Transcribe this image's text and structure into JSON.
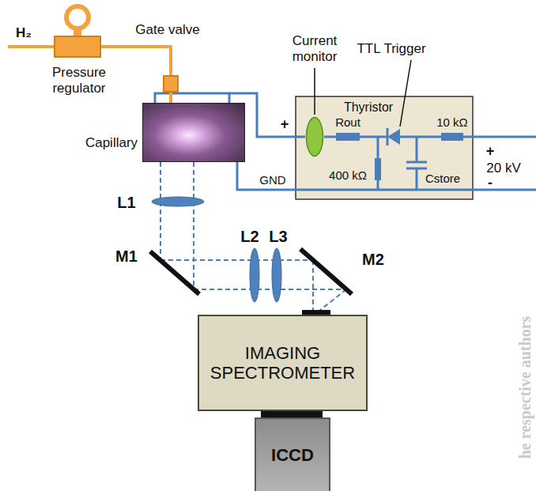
{
  "diagram": {
    "nodes": [
      {
        "text": [
          "Pressure regulator"
        ]
      },
      {
        "text": [
          "Gate valve"
        ]
      },
      {
        "text": [
          "Capillary"
        ]
      },
      {
        "text": [
          "Current monitor"
        ]
      },
      {
        "text": [
          "IMAGING SPECTROMETER"
        ]
      },
      {
        "text": [
          "ICCD"
        ]
      }
    ],
    "edges": [
      {
        "from": 0,
        "to": 1,
        "arrow": "none"
      },
      {
        "from": 1,
        "to": 2,
        "arrow": "none"
      },
      {
        "from": 2,
        "to": 3,
        "arrow": "none"
      }
    ],
    "labels": [
      "H₂",
      "TTL Trigger",
      "Rout",
      "Thyristor",
      "10 kΩ",
      "400 kΩ",
      "Cstore",
      "+",
      "GND",
      "+",
      "20 kV",
      "-",
      "L1",
      "L2",
      "L3",
      "M1",
      "M2",
      "he respective authors"
    ]
  }
}
